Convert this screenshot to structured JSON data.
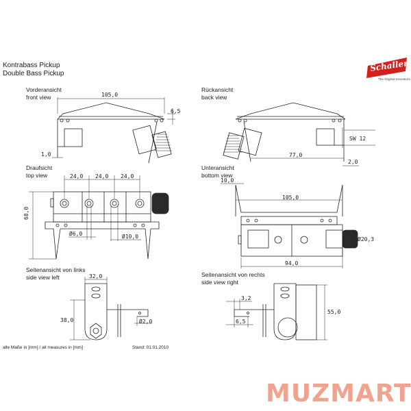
{
  "header": {
    "title_de": "Kontrabass Pickup",
    "title_en": "Double Bass Pickup"
  },
  "logo": {
    "wordmark": "Schaller",
    "tagline": "The Original Innovators",
    "color": "#d3201b"
  },
  "views": {
    "front": {
      "label_de": "Vorderansicht",
      "label_en": "front view",
      "dims": {
        "width": "105,0",
        "height": "6,5",
        "offset": "1,0"
      }
    },
    "back": {
      "label_de": "Rückansicht",
      "label_en": "back view",
      "dims": {
        "sw": "SW 12",
        "length": "77,0",
        "offset": "2,0"
      }
    },
    "top": {
      "label_de": "Draufsicht",
      "label_en": "top view",
      "dims": {
        "spacing_1": "24,0",
        "spacing_2": "24,0",
        "spacing_3": "24,0",
        "depth": "68,0",
        "dia_small": "Ø6,0",
        "dia_large": "Ø10,0"
      }
    },
    "bottom": {
      "label_de": "Unteransicht",
      "label_en": "bottom view",
      "dims": {
        "edge": "10,0",
        "width": "105,0",
        "knob_dia": "Ø20,3",
        "length": "94,0"
      }
    },
    "side_left": {
      "label_de": "Seitenansicht von links",
      "label_en": "side view left",
      "dims": {
        "width": "32,0",
        "height": "38,0",
        "hole_dia": "Ø2,0"
      }
    },
    "side_right": {
      "label_de": "Seitenansicht von rechts",
      "label_en": "side view right",
      "dims": {
        "gap": "3,2",
        "offset": "6,5",
        "height": "55,0"
      }
    }
  },
  "footer": {
    "units_note": "alle Maße in [mm] / all measures in [mm]",
    "date": "Stand: 01.01.2010"
  },
  "watermark": {
    "text": "MUZMART",
    "color": "#f0a38f"
  }
}
